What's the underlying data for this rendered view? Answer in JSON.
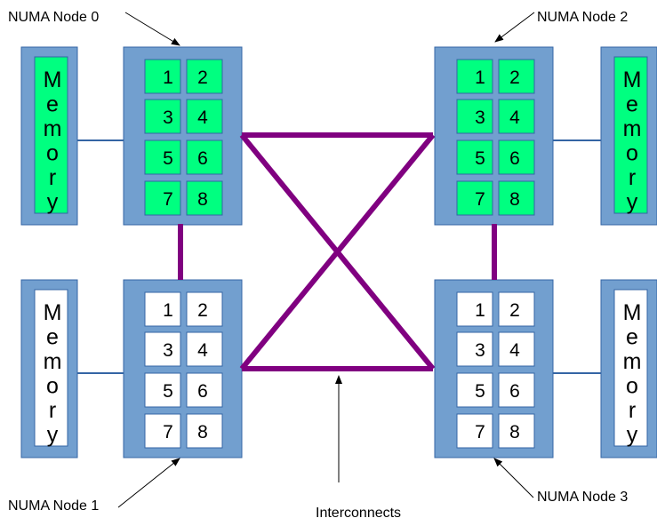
{
  "colors": {
    "node_fill": "#729fcf",
    "node_stroke": "#3465a4",
    "active_cell": "#00ff80",
    "inactive_cell": "#ffffff",
    "interconnect": "#800080",
    "memory_link": "#3465a4"
  },
  "labels": {
    "node0": "NUMA Node 0",
    "node1": "NUMA Node 1",
    "node2": "NUMA Node 2",
    "node3": "NUMA Node 3",
    "interconnects": "Interconnects"
  },
  "memory_text": [
    "M",
    "e",
    "m",
    "o",
    "r",
    "y"
  ],
  "cpu_numbers": [
    "1",
    "2",
    "3",
    "4",
    "5",
    "6",
    "7",
    "8"
  ],
  "nodes": [
    {
      "id": "node0",
      "active": true
    },
    {
      "id": "node1",
      "active": false
    },
    {
      "id": "node2",
      "active": true
    },
    {
      "id": "node3",
      "active": false
    }
  ]
}
